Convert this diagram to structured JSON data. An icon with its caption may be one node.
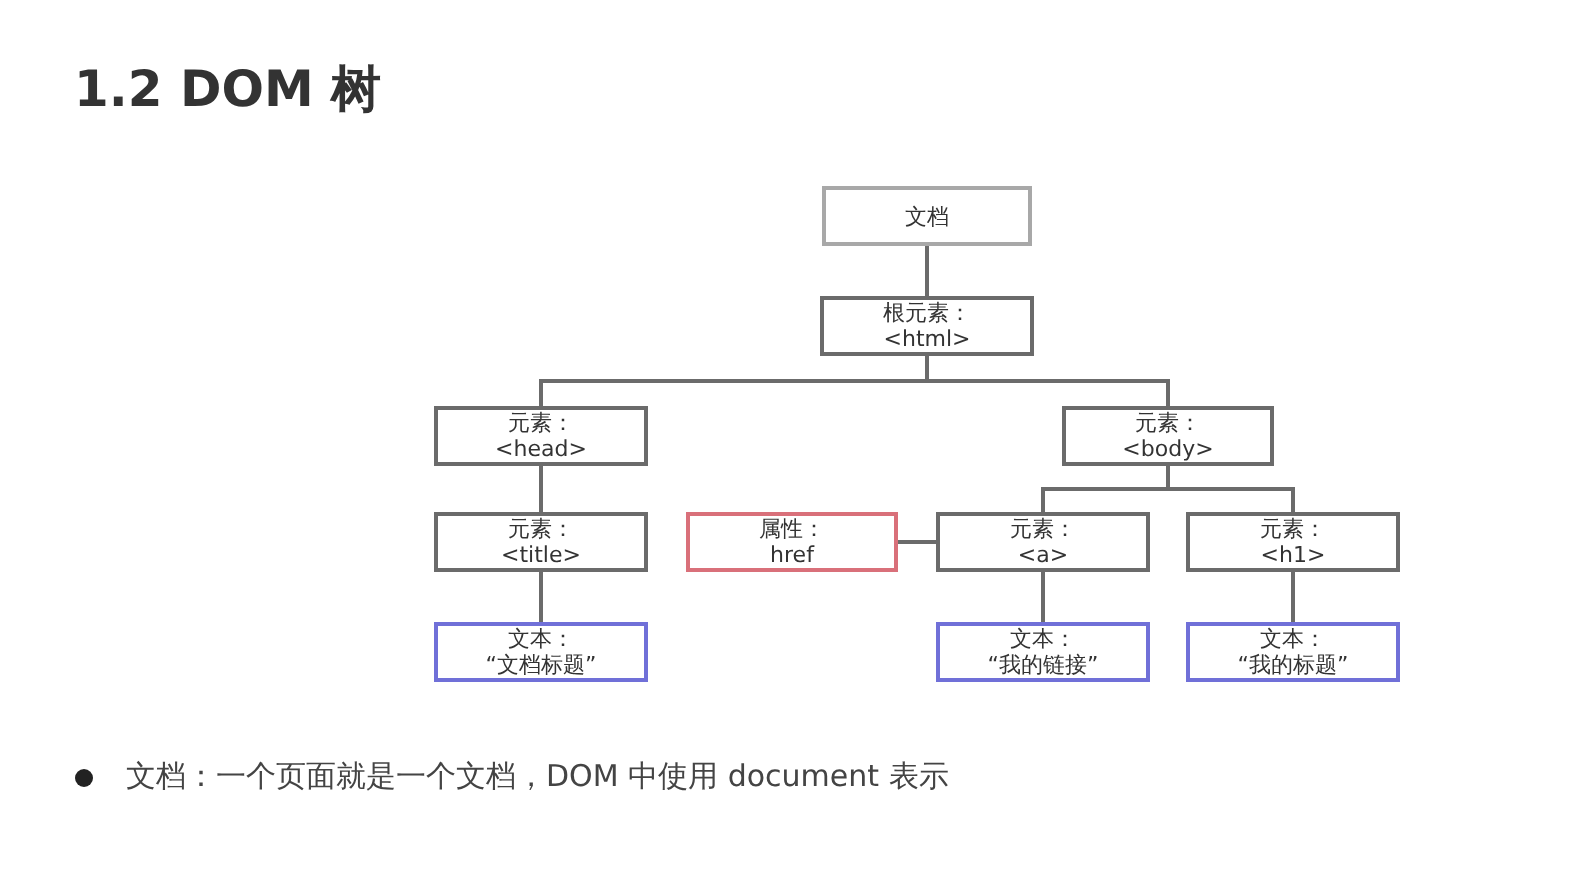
{
  "diagram": {
    "title": "1.2 DOM 树",
    "nodes": [
      {
        "text": [
          "文档"
        ]
      },
      {
        "text": [
          "根元素： <html>"
        ]
      },
      {
        "text": [
          "元素： <head>"
        ]
      },
      {
        "text": [
          "元素： <body>"
        ]
      },
      {
        "text": [
          "元素： <title>"
        ]
      },
      {
        "text": [
          "属性： href"
        ]
      },
      {
        "text": [
          "元素： <a>"
        ]
      },
      {
        "text": [
          "元素： <h1>"
        ]
      },
      {
        "text": [
          "文本： “文档标题”"
        ]
      },
      {
        "text": [
          "文本： “我的链接”"
        ]
      },
      {
        "text": [
          "文本： “我的标题”"
        ]
      }
    ],
    "edges": [
      {
        "from": 0,
        "to": 1,
        "arrow": "none"
      },
      {
        "from": 1,
        "to": 2,
        "arrow": "none"
      },
      {
        "from": 1,
        "to": 3,
        "arrow": "none"
      },
      {
        "from": 2,
        "to": 4,
        "arrow": "none"
      },
      {
        "from": 4,
        "to": 8,
        "arrow": "none"
      },
      {
        "from": 3,
        "to": 6,
        "arrow": "none"
      },
      {
        "from": 3,
        "to": 7,
        "arrow": "none"
      },
      {
        "from": 5,
        "to": 6,
        "arrow": "none"
      },
      {
        "from": 6,
        "to": 9,
        "arrow": "none"
      },
      {
        "from": 7,
        "to": 10,
        "arrow": "none"
      }
    ],
    "labels": [
      "文档：一个页面就是一个文档，DOM 中使用 document 表示"
    ]
  }
}
